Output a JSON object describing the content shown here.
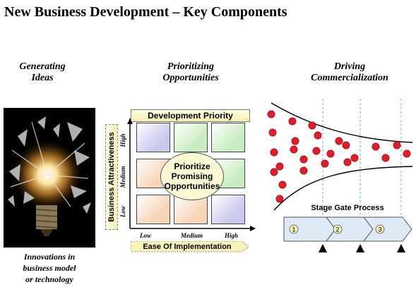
{
  "title": "New Business Development – Key Components",
  "sections": [
    {
      "heading": [
        "Generating",
        "Ideas"
      ],
      "caption": [
        "Innovations in",
        "business model",
        "or technology"
      ]
    },
    {
      "heading": [
        "Prioritizing",
        "Opportunities"
      ]
    },
    {
      "heading": [
        "Driving",
        "Commercialization"
      ]
    }
  ],
  "matrix": {
    "top_banner": "Development Priority",
    "y_axis_label": "Business Attractiveness",
    "y_ticks": [
      "High",
      "Medium",
      "Low"
    ],
    "x_axis_label": "Ease Of Implementation",
    "x_ticks": [
      "Low",
      "Medium",
      "High"
    ],
    "center_label": [
      "Prioritize",
      "Promising",
      "Opportunities"
    ],
    "cell_colors": [
      [
        "#c9c9ee",
        "#c8ecc0",
        "#c8ecc0"
      ],
      [
        "#f6d4b4",
        "#c9c9ee",
        "#c8ecc0"
      ],
      [
        "#f6d4b4",
        "#f6d4b4",
        "#c9c9ee"
      ]
    ]
  },
  "funnel": {
    "process_label": "Stage Gate Process",
    "stages": [
      "1",
      "2",
      "3"
    ],
    "dot_color": "#e21c2a"
  }
}
